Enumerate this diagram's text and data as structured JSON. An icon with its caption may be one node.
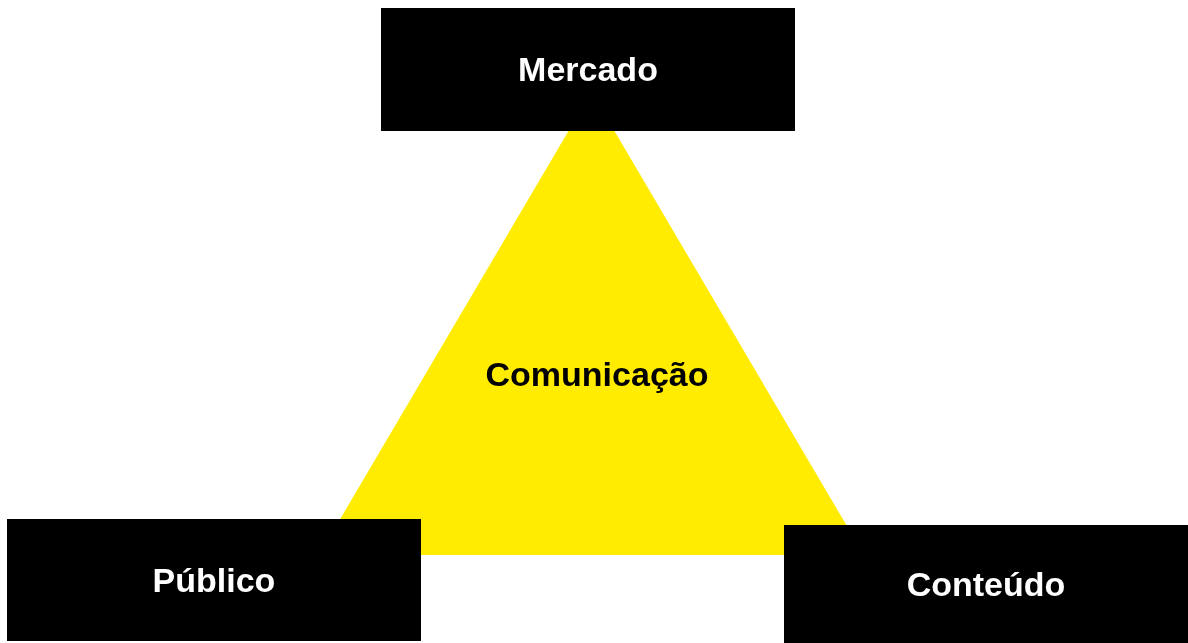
{
  "diagram": {
    "nodes": [
      {
        "text": [
          "Mercado"
        ]
      },
      {
        "text": [
          "Comunicação"
        ]
      },
      {
        "text": [
          "Público"
        ]
      },
      {
        "text": [
          "Conteúdo"
        ]
      }
    ]
  }
}
